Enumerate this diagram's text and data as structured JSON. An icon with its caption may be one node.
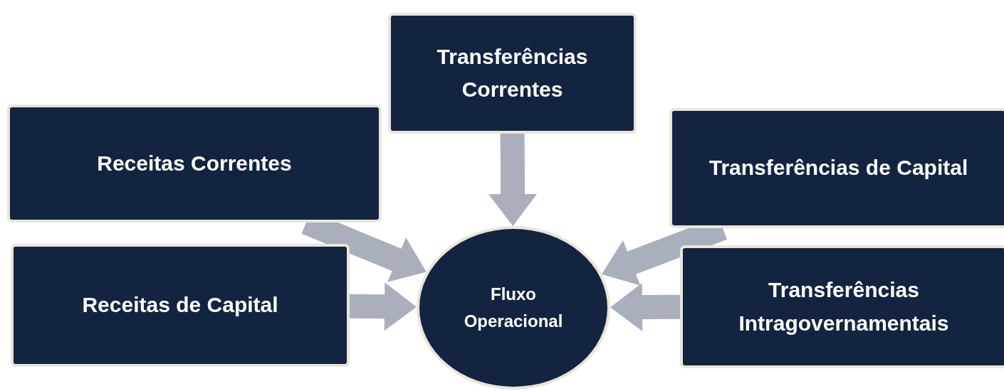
{
  "diagram": {
    "nodes": [
      {
        "text": [
          "Receitas Correntes"
        ]
      },
      {
        "text": [
          "Receitas de Capital"
        ]
      },
      {
        "text": [
          "Transferências Correntes"
        ]
      },
      {
        "text": [
          "Transferências de Capital"
        ]
      },
      {
        "text": [
          "Transferências Intragovernamentais"
        ]
      },
      {
        "text": [
          "Fluxo Operacional"
        ]
      }
    ],
    "edges": [
      {
        "from": 0,
        "to": 5,
        "arrow": "to"
      },
      {
        "from": 1,
        "to": 5,
        "arrow": "to"
      },
      {
        "from": 2,
        "to": 5,
        "arrow": "to"
      },
      {
        "from": 3,
        "to": 5,
        "arrow": "to"
      },
      {
        "from": 4,
        "to": 5,
        "arrow": "to"
      }
    ]
  }
}
